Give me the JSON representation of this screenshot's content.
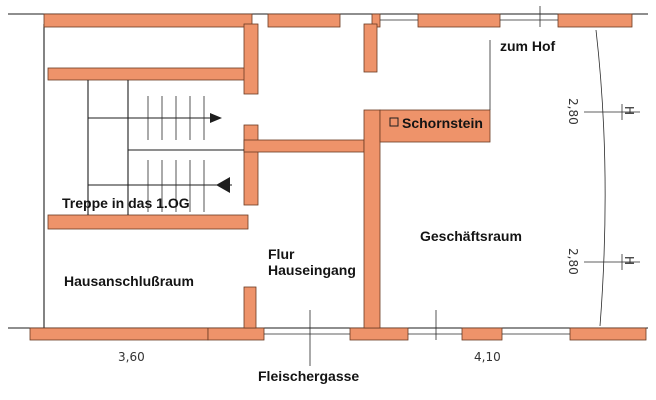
{
  "colors": {
    "wall": "#ee936a",
    "ink": "#1e1e1e"
  },
  "labels": {
    "zum_hof": "zum Hof",
    "schornstein": "Schornstein",
    "treppe": "Treppe in das 1.OG",
    "flur": "Flur",
    "hauseingang": "Hauseingang",
    "hausanschluss": "Hausanschlußraum",
    "geschaeftsraum": "Geschäftsraum",
    "fleischergasse": "Fleischergasse"
  },
  "dimensions": {
    "left_width": "3,60",
    "right_width": "4,10",
    "window_top": "2,80",
    "window_bottom": "2,80",
    "window_marker": "H"
  }
}
